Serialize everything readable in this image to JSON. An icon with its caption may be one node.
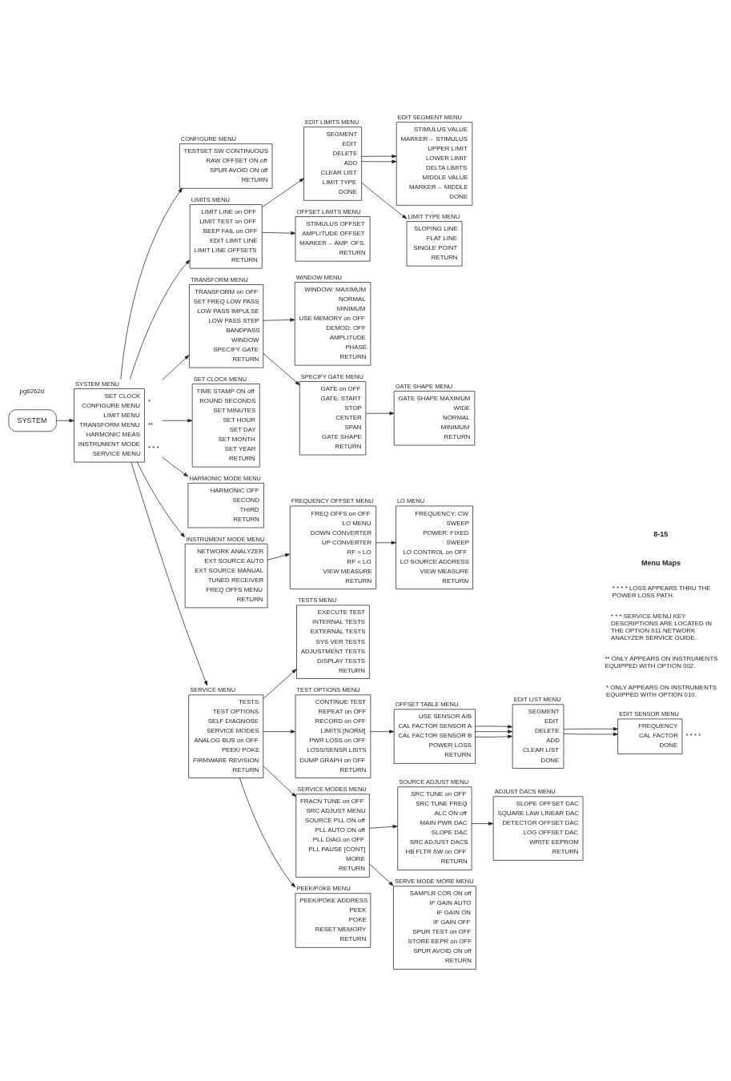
{
  "diagram": {
    "nodes": [
      {
        "text": [
          "CONFIGURE MENU",
          "TESTSET SW CONTINUOUS",
          "RAW OFFSET ON off",
          "SPUR AVOID ON off",
          "RETURN"
        ]
      },
      {
        "text": [
          "LIMITS MENU",
          "LIMIT LINE on OFF",
          "LIMIT TEST on OFF",
          "BEEP FAIL on OFF",
          "EDIT LIMIT LINE",
          "LIMIT LINE OFFSETS",
          "RETURN"
        ]
      },
      {
        "text": [
          "EDIT LIMITS MENU",
          "SEGMENT",
          "EDIT",
          "DELETE",
          "ADD",
          "CLEAR LIST",
          "LIMIT TYPE",
          "DONE"
        ]
      },
      {
        "text": [
          "EDIT SEGMENT MENU",
          "STIMULUS VALUE",
          "MARKER→ STIMULUS",
          "UPPER LIMIT",
          "LOWER LIMIT",
          "DELTA LIMITS",
          "MIDDLE VALUE",
          "MARKER→ MIDDLE",
          "DONE"
        ]
      },
      {
        "text": [
          "LIMIT TYPE MENU",
          "SLOPING LINE",
          "FLAT LINE",
          "SINGLE POINT",
          "RETURN"
        ]
      },
      {
        "text": [
          "OFFSET LIMITS MENU",
          "STIMULUS OFFSET",
          "AMPLITUDE OFFSET",
          "MARKER→ AMP. OFS.",
          "RETURN"
        ]
      },
      {
        "text": [
          "TRANSFORM MENU",
          "TRANSFORM on OFF",
          "SET FREQ LOW PASS",
          "LOW PASS IMPULSE",
          "LOW PASS STEP",
          "BANDPASS",
          "WINDOW",
          "SPECIFY GATE",
          "RETURN"
        ]
      },
      {
        "text": [
          "WINDOW MENU",
          "WINDOW: MAXIMUM",
          "NORMAL",
          "MINIMUM",
          "USE MEMORY on OFF",
          "DEMOD: OFF",
          "AMPLITUDE",
          "PHASE",
          "RETURN"
        ]
      },
      {
        "text": [
          "SPECIFY GATE MENU",
          "GATE on OFF",
          "GATE: START",
          "STOP",
          "CENTER",
          "SPAN",
          "GATE SHAPE",
          "RETURN"
        ]
      },
      {
        "text": [
          "GATE SHAPE MENU",
          "GATE SHAPE MAXIMUM",
          "WIDE",
          "NORMAL",
          "MINIMUM",
          "RETURN"
        ]
      },
      {
        "text": [
          "SET CLOCK MENU",
          "TIME STAMP ON off",
          "ROUND SECONDS",
          "SET MINUTES",
          "SET HOUR",
          "SET DAY",
          "SET MONTH",
          "SET YEAR",
          "RETURN"
        ]
      },
      {
        "text": [
          "SYSTEM"
        ]
      },
      {
        "text": [
          "SYSTEM MENU",
          "SET CLOCK",
          "CONFIGURE MENU",
          "LIMIT MENU",
          "TRANSFORM MENU",
          "HARMONIC MEAS",
          "INSTRUMENT MODE",
          "SERVICE MENU"
        ],
        "beside": [
          "*",
          "**",
          "* * *"
        ]
      },
      {
        "text": [
          "HARMONIC MODE MENU",
          "HARMONIC OFF",
          "SECOND",
          "THIRD",
          "RETURN"
        ]
      },
      {
        "text": [
          "EDIT LIST MENU",
          "SEGMENT",
          "EDIT",
          "DELETE",
          "ADD",
          "CLEAR LIST",
          "DONE"
        ]
      },
      {
        "text": [
          "EDIT SENSOR MENU",
          "FREQUENCY",
          "CAL FACTOR",
          "DONE"
        ],
        "beside": [
          "* * * *"
        ]
      },
      {
        "text": [
          "OFFSET TABLE MENU",
          "USE SENSOR A/B",
          "CAL FACTOR SENSOR A",
          "CAL FACTOR SENSOR B",
          "POWER LOSS",
          "RETURN"
        ]
      },
      {
        "text": [
          "INSTRUMENT MODE MENU",
          "NETWORK ANALYZER",
          "EXT SOURCE AUTO",
          "EXT SOURCE MANUAL",
          "TUNED RECEIVER",
          "FREQ OFFS MENU",
          "RETURN"
        ]
      },
      {
        "text": [
          "FREQUENCY OFFSET MENU",
          "FREQ OFFS on OFF",
          "LO MENU",
          "DOWN CONVERTER",
          "UP CONVERTER",
          "RF > LO",
          "RF < LO",
          "VIEW MEASURE",
          "RETURN"
        ]
      },
      {
        "text": [
          "LO MENU",
          "FREQUENCY: CW",
          "SWEEP",
          "POWER: FIXED",
          "SWEEP",
          "LO CONTROL on OFF",
          "LO SOURCE ADDRESS",
          "VIEW MEASURE",
          "RETURN"
        ]
      },
      {
        "text": [
          "ADJUST DACS MENU",
          "SLOPE OFFSET DAC",
          "SQUARE LAW LINEAR DAC",
          "DETECTOR OFFSET DAC",
          "LOG OFFSET DAC",
          "WRITE EEPROM",
          "RETURN"
        ]
      },
      {
        "text": [
          "SOURCE ADJUST MENU",
          "SRC TUNE on OFF",
          "SRC TUNE FREQ",
          "ALC ON off",
          "MAIN PWR DAC",
          "SLOPE DAC",
          "SRC ADJUST DACS",
          "HB FLTR SW on OFF",
          "RETURN"
        ]
      },
      {
        "text": [
          "TESTS MENU",
          "EXECUTE TEST",
          "INTERNAL TESTS",
          "EXTERNAL TESTS",
          "SYS VER TESTS",
          "ADJUSTMENT TESTS",
          "DISPLAY TESTS",
          "RETURN"
        ]
      },
      {
        "text": [
          "TEST OPTIONS MENU",
          "CONTINUE TEST",
          "REPEAT on OFF",
          "RECORD on OFF",
          "LIMITS [NORM]",
          "PWR LOSS on OFF",
          "LOSS/SENSR LISTS",
          "DUMP GRAPH on OFF",
          "RETURN"
        ]
      },
      {
        "text": [
          "SERVICE MODES MENU",
          "FRACN TUNE on OFF",
          "SRC ADJUST MENU",
          "SOURCE PLL ON off",
          "PLL AUTO ON off",
          "PLL DIAG on OFF",
          "PLL PAUSE [CONT]",
          "MORE",
          "RETURN"
        ]
      },
      {
        "text": [
          "SERVICE MENU",
          "TESTS",
          "TEST OPTIONS",
          "SELF DIAGNOSE",
          "SERVICE MODES",
          "ANALOG BUS on OFF",
          "PEEK/ POKE",
          "FIRMWARE REVISION",
          "RETURN"
        ]
      },
      {
        "text": [
          "SERVE MODE MORE MENU",
          "SAMPLR COR ON off",
          "IF GAIN AUTO",
          "IF GAIN ON",
          "IF GAIN OFF",
          "SPUR TEST on OFF",
          "STORE EEPR on OFF",
          "SPUR AVOID ON off",
          "RETURN"
        ]
      },
      {
        "text": [
          "PEEK/POKE MENU",
          "PEEK/POKE ADDRESS",
          "PEEK",
          "POKE",
          "RESET MEMORY",
          "RETURN"
        ]
      }
    ],
    "edges": [
      {
        "from": 11,
        "to": 12,
        "arrow": "to"
      },
      {
        "from": 12,
        "to": 10,
        "arrow": "to"
      },
      {
        "from": 12,
        "to": 0,
        "arrow": "to"
      },
      {
        "from": 12,
        "to": 1,
        "arrow": "to"
      },
      {
        "from": 12,
        "to": 6,
        "arrow": "to"
      },
      {
        "from": 12,
        "to": 13,
        "arrow": "to"
      },
      {
        "from": 12,
        "to": 17,
        "arrow": "to"
      },
      {
        "from": 12,
        "to": 25,
        "arrow": "to"
      },
      {
        "from": 1,
        "to": 2,
        "arrow": "to"
      },
      {
        "from": 1,
        "to": 5,
        "arrow": "to"
      },
      {
        "from": 2,
        "to": 3,
        "arrow": "to"
      },
      {
        "from": 2,
        "to": 3,
        "arrow": "to"
      },
      {
        "from": 2,
        "to": 4,
        "arrow": "to"
      },
      {
        "from": 6,
        "to": 7,
        "arrow": "to"
      },
      {
        "from": 6,
        "to": 8,
        "arrow": "to"
      },
      {
        "from": 8,
        "to": 9,
        "arrow": "to"
      },
      {
        "from": 17,
        "to": 18,
        "arrow": "to"
      },
      {
        "from": 18,
        "to": 19,
        "arrow": "to"
      },
      {
        "from": 25,
        "to": 22,
        "arrow": "to"
      },
      {
        "from": 25,
        "to": 23,
        "arrow": "to"
      },
      {
        "from": 25,
        "to": 24,
        "arrow": "to"
      },
      {
        "from": 25,
        "to": 27,
        "arrow": "to"
      },
      {
        "from": 23,
        "to": 16,
        "arrow": "to"
      },
      {
        "from": 16,
        "to": 14,
        "arrow": "to"
      },
      {
        "from": 16,
        "to": 14,
        "arrow": "to"
      },
      {
        "from": 16,
        "to": 14,
        "arrow": "to"
      },
      {
        "from": 14,
        "to": 15,
        "arrow": "to"
      },
      {
        "from": 14,
        "to": 15,
        "arrow": "to"
      },
      {
        "from": 24,
        "to": 21,
        "arrow": "to"
      },
      {
        "from": 21,
        "to": 20,
        "arrow": "to"
      },
      {
        "from": 24,
        "to": 26,
        "arrow": "to"
      }
    ],
    "labels": [
      "* ONLY APPEARS ON INSTRUMENTS EQUIPPED WITH OPTION 010.",
      "** ONLY APPEARS ON INSTRUMENTS EQUIPPED WITH OPTION 002.",
      "* * * SERVICE MENU KEY DESCRIPTIONS ARE LOCATED IN THE OPTION 011 NETWORK ANALYZER SERVICE GUIDE.",
      "* * * * LOSS APPEARS THRU THE POWER LOSS PATH.",
      "pg6262d",
      "Menu Maps",
      "8-15"
    ]
  }
}
